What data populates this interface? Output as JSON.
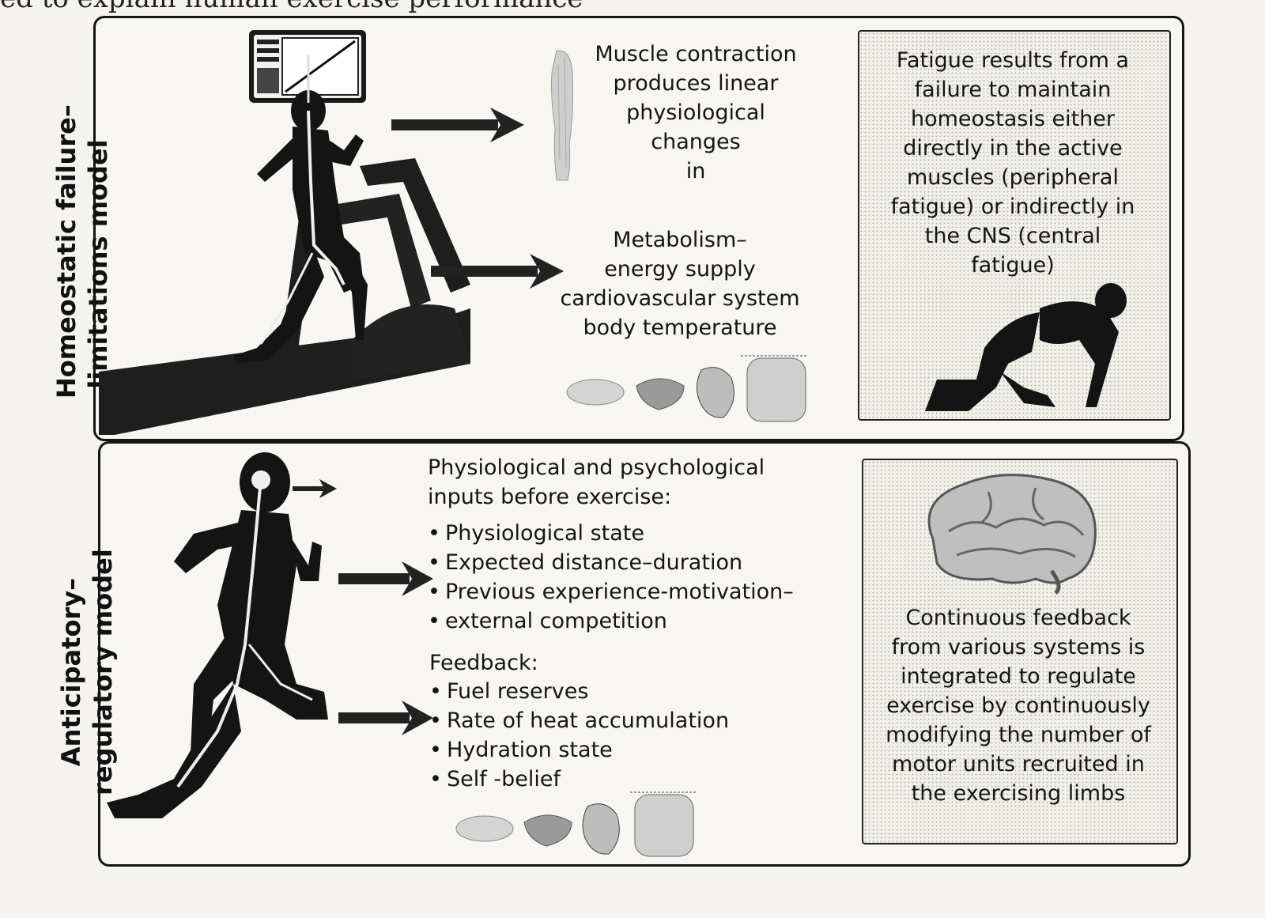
{
  "top_cut_text": "ed to explain human exercise performance",
  "top_model": {
    "label_line1": "Homeostatic failure–",
    "label_line2": "limitations model",
    "muscle_text": [
      "Muscle contraction",
      "produces linear",
      "physiological",
      "changes",
      "in"
    ],
    "systems_text": [
      "Metabolism–",
      "energy supply",
      "cardiovascular system",
      "body temperature"
    ],
    "box_text": [
      "Fatigue results from a",
      "failure to maintain",
      "homeostasis either",
      "directly in the active",
      "muscles (peripheral",
      "fatigue) or indirectly in",
      "the CNS (central",
      "fatigue)"
    ]
  },
  "bottom_model": {
    "label_line1": "Anticipatory–",
    "label_line2": "regulatory model",
    "inputs_heading": [
      "Physiological and psychological",
      "inputs before exercise:"
    ],
    "inputs_items": [
      "Physiological state",
      "Expected distance–duration",
      "Previous experience-motivation–",
      "external competition"
    ],
    "feedback_heading": "Feedback:",
    "feedback_items": [
      "Fuel reserves",
      "Rate of heat accumulation",
      "Hydration state",
      "Self -belief"
    ],
    "box_text": [
      "Continuous feedback",
      "from various systems is",
      "integrated to regulate",
      "exercise by continuously",
      "modifying the number of",
      "motor units recruited in",
      "the exercising limbs"
    ]
  },
  "icons": [
    "treadmill-monitor-icon",
    "runner-on-treadmill-icon",
    "leg-muscle-icon",
    "organ-icons",
    "kneeling-athlete-icon",
    "running-athlete-icon",
    "brain-icon",
    "arrow-icon"
  ]
}
